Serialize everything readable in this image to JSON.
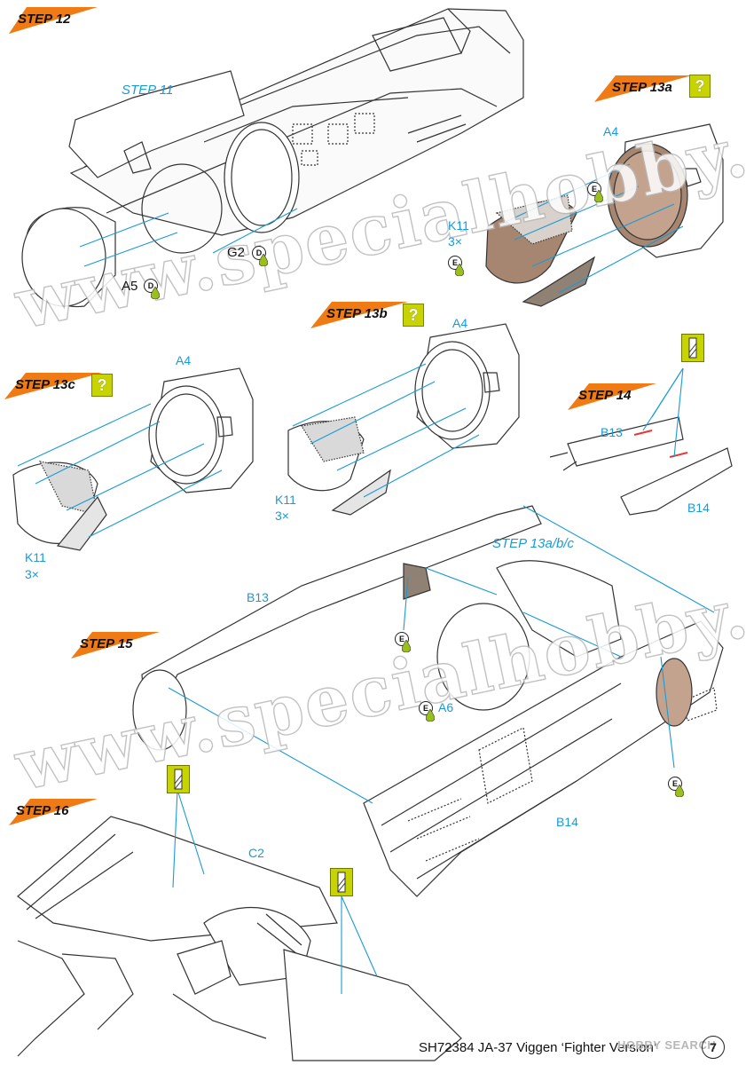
{
  "steps": {
    "s12": "STEP 12",
    "s13a": "STEP 13a",
    "s13b": "STEP 13b",
    "s13c": "STEP 13c",
    "s14": "STEP 14",
    "s15": "STEP 15",
    "s16": "STEP 16"
  },
  "question_mark": "?",
  "sub_refs": {
    "step11": "STEP 11",
    "step13abc": "STEP 13a/b/c"
  },
  "part_labels": {
    "a4_13a": "A4",
    "k11_13a": "K11",
    "k11_13a_qty": "3×",
    "g2": "G2",
    "a5": "A5",
    "a4_13b": "A4",
    "a4_13c": "A4",
    "k11_13b": "K11",
    "k11_13b_qty": "3×",
    "k11_13c": "K11",
    "k11_13c_qty": "3×",
    "b13_14": "B13",
    "b14_14": "B14",
    "b13_15": "B13",
    "a6": "A6",
    "b14_15": "B14",
    "c2": "C2"
  },
  "paint_codes": {
    "d": "D",
    "e": "E"
  },
  "watermark": "www.specialhobby.eu",
  "footer": {
    "text": "SH72384  JA-37 Viggen ‘Fighter Version’",
    "page": "7",
    "brand": "HOBBY SEARCH"
  },
  "colors": {
    "step_orange": "#f07a14",
    "callout_blue": "#1a9ad6",
    "question_green": "#c8d400",
    "paint_drop_green": "#9bbf1d",
    "interior_brown": "#a68670",
    "line_gray": "#333333"
  }
}
